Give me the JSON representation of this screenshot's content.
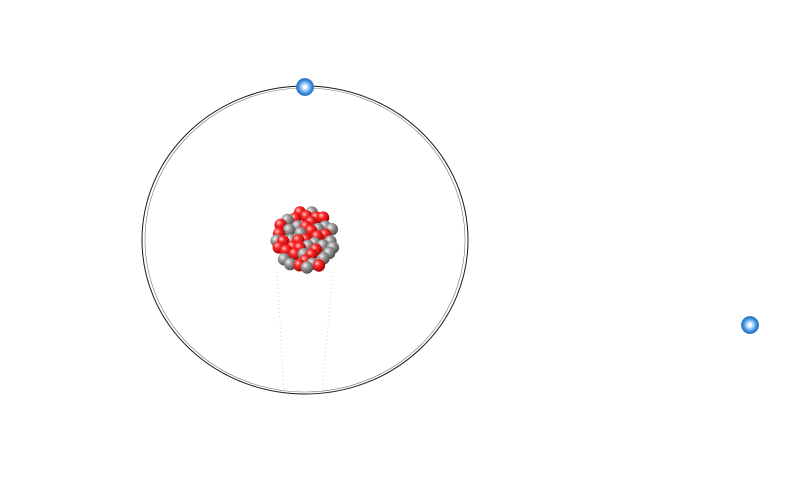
{
  "diagram": {
    "type": "atom-model",
    "colors": {
      "background": "#ffffff",
      "orbit": "#1a1a1a",
      "proton": "#ff1a1a",
      "neutron": "#8a8a8a",
      "electron": "#3a8fe0"
    },
    "nucleus": {
      "particle_kinds": [
        "proton",
        "neutron"
      ]
    },
    "electrons": {
      "in_orbit": 1,
      "free": 1
    }
  }
}
